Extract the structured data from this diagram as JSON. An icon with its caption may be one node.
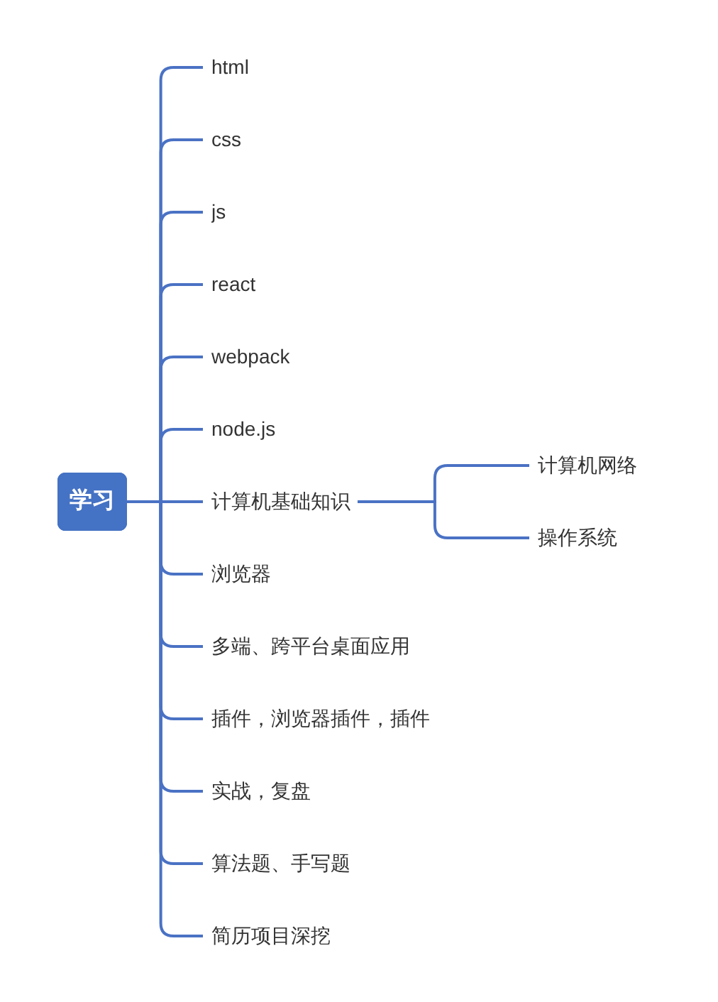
{
  "diagram": {
    "nodes": [
      {
        "text": [
          "学习"
        ]
      },
      {
        "text": [
          "html"
        ]
      },
      {
        "text": [
          "css"
        ]
      },
      {
        "text": [
          "js"
        ]
      },
      {
        "text": [
          "react"
        ]
      },
      {
        "text": [
          "webpack"
        ]
      },
      {
        "text": [
          "node.js"
        ]
      },
      {
        "text": [
          "计算机基础知识"
        ]
      },
      {
        "text": [
          "计算机网络"
        ]
      },
      {
        "text": [
          "操作系统"
        ]
      },
      {
        "text": [
          "浏览器"
        ]
      },
      {
        "text": [
          "多端、跨平台桌面应用"
        ]
      },
      {
        "text": [
          "插件，浏览器插件，插件"
        ]
      },
      {
        "text": [
          "实战，复盘"
        ]
      },
      {
        "text": [
          "算法题、手写题"
        ]
      },
      {
        "text": [
          "简历项目深挖"
        ]
      }
    ],
    "edges": [
      {
        "from": 0,
        "to": 1,
        "arrow": "none"
      },
      {
        "from": 0,
        "to": 2,
        "arrow": "none"
      },
      {
        "from": 0,
        "to": 3,
        "arrow": "none"
      },
      {
        "from": 0,
        "to": 4,
        "arrow": "none"
      },
      {
        "from": 0,
        "to": 5,
        "arrow": "none"
      },
      {
        "from": 0,
        "to": 6,
        "arrow": "none"
      },
      {
        "from": 0,
        "to": 7,
        "arrow": "none"
      },
      {
        "from": 7,
        "to": 8,
        "arrow": "none"
      },
      {
        "from": 7,
        "to": 9,
        "arrow": "none"
      },
      {
        "from": 0,
        "to": 10,
        "arrow": "none"
      },
      {
        "from": 0,
        "to": 11,
        "arrow": "none"
      },
      {
        "from": 0,
        "to": 12,
        "arrow": "none"
      },
      {
        "from": 0,
        "to": 13,
        "arrow": "none"
      },
      {
        "from": 0,
        "to": 14,
        "arrow": "none"
      },
      {
        "from": 0,
        "to": 15,
        "arrow": "none"
      }
    ]
  }
}
